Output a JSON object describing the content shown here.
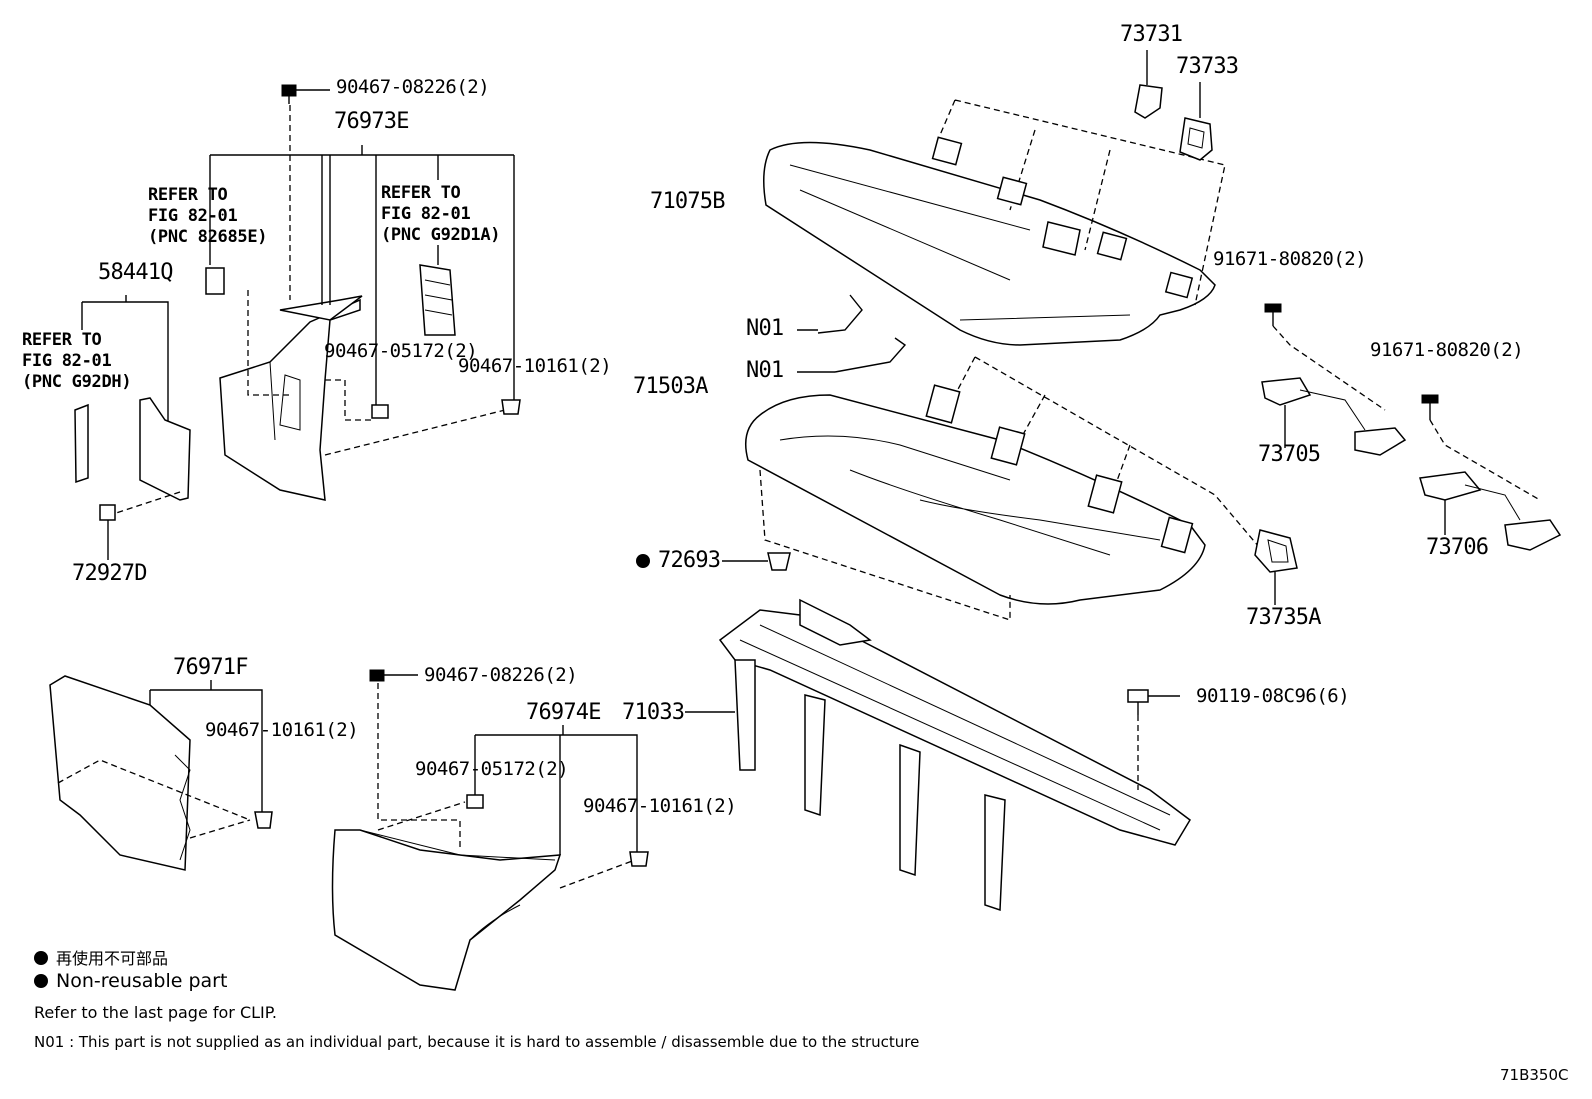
{
  "callouts": {
    "p73731": "73731",
    "p73733": "73733",
    "p71075B": "71075B",
    "p91671_a": "91671-80820(2)",
    "p91671_b": "91671-80820(2)",
    "pN01_a": "N01",
    "pN01_b": "N01",
    "p71503A": "71503A",
    "p73705": "73705",
    "p73706": "73706",
    "p72693": "72693",
    "p73735A": "73735A",
    "p71033": "71033",
    "p90119": "90119-08C96(6)",
    "p90467_08226_top": "90467-08226(2)",
    "p76973E": "76973E",
    "p58441Q": "58441Q",
    "p90467_05172_top": "90467-05172(2)",
    "p90467_10161_top": "90467-10161(2)",
    "p72927D": "72927D",
    "p76971F": "76971F",
    "p90467_10161_left": "90467-10161(2)",
    "p90467_08226_bot": "90467-08226(2)",
    "p76974E": "76974E",
    "p90467_05172_bot": "90467-05172(2)",
    "p90467_10161_bot": "90467-10161(2)"
  },
  "refers": {
    "r1": "REFER TO\nFIG 82-01\n(PNC 82685E)",
    "r2": "REFER TO\nFIG 82-01\n(PNC G92D1A)",
    "r3": "REFER TO\nFIG 82-01\n(PNC G92DH)"
  },
  "legend": {
    "jp": "再使用不可部品",
    "en": "Non-reusable part"
  },
  "notes": {
    "clip": "Refer to the last page for CLIP.",
    "n01": "N01 : This part is not supplied as an individual part, because it is hard to assemble / disassemble due to the structure"
  },
  "figure_code": "71B350C"
}
